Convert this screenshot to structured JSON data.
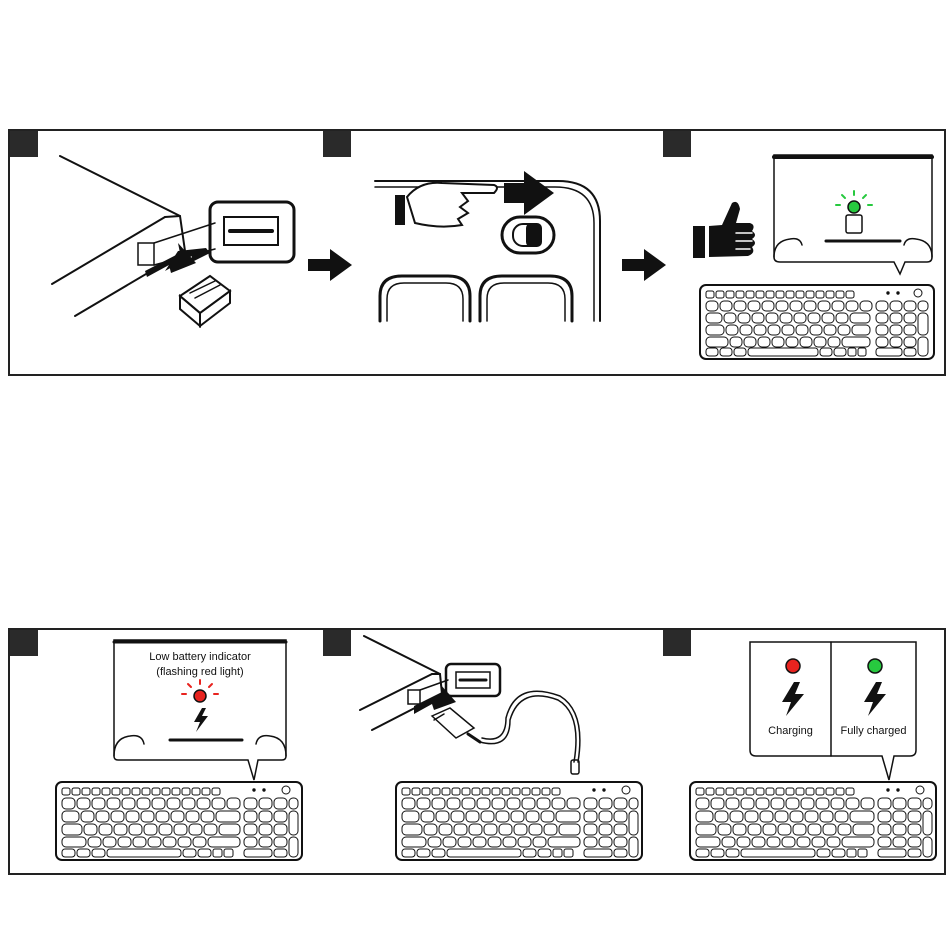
{
  "colors": {
    "ink": "#111111",
    "step_marker": "#2a2a2a",
    "indicator_green": "#27c93f",
    "indicator_red": "#e8231f"
  },
  "icons": {
    "connect_steps": [
      "usb-receiver-icon",
      "arrow-right-icon",
      "power-switch-icon",
      "arrow-right-icon",
      "thumbs-up-icon",
      "green-led-icon",
      "keyboard-icon"
    ],
    "charge_steps": [
      "red-led-icon",
      "lightning-icon",
      "keyboard-icon",
      "usb-cable-icon",
      "keyboard-icon",
      "red-led-icon",
      "green-led-icon",
      "lightning-icon"
    ]
  },
  "battery": {
    "low_title": "Low battery indicator",
    "low_subtitle": "(flashing red light)",
    "charging_label": "Charging",
    "fully_charged_label": "Fully charged"
  }
}
